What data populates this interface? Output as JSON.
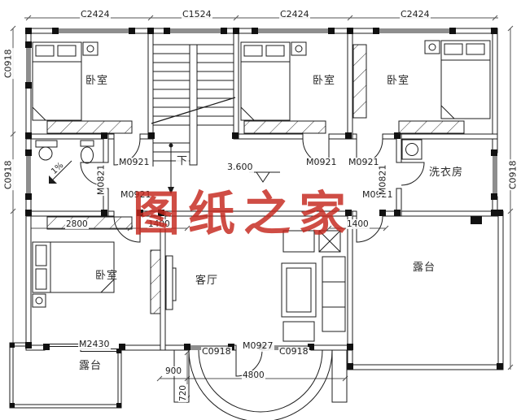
{
  "watermark": {
    "text": "图纸之家",
    "color": "#c4261c"
  },
  "rooms": {
    "bedroom": "卧室",
    "living": "客厅",
    "laundry": "洗衣房",
    "terrace": "露台"
  },
  "openings": {
    "c2424": "C2424",
    "c1524": "C1524",
    "c0918": "C0918",
    "m0921": "M0921",
    "m0821": "M0821",
    "m2430": "M2430",
    "m0927": "M0927"
  },
  "dims": {
    "d2800": "2800",
    "d1400": "1400",
    "d900": "900",
    "d4800": "4800",
    "d720": "720"
  },
  "annotations": {
    "level": "3.600",
    "down": "下",
    "slope": "1%"
  }
}
